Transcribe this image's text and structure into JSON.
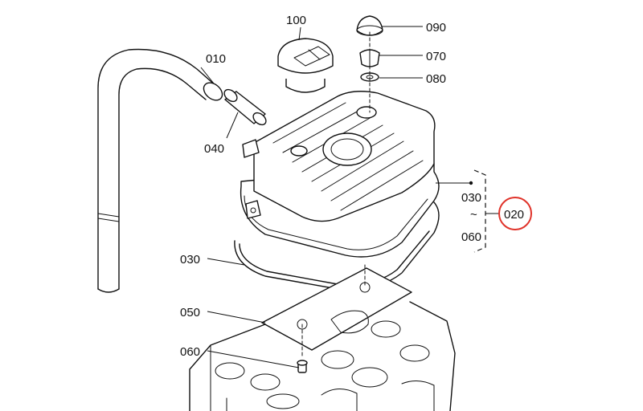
{
  "parts": {
    "p010": "010",
    "p020": "020",
    "p030_top": "030",
    "p030_left": "030",
    "p040": "040",
    "p050": "050",
    "p060_top": "060",
    "p060_left": "060",
    "p070": "070",
    "p080": "080",
    "p090": "090",
    "p100": "100"
  },
  "range_tilde": "~",
  "colors": {
    "highlight": "#e0332a",
    "line": "#111111"
  }
}
